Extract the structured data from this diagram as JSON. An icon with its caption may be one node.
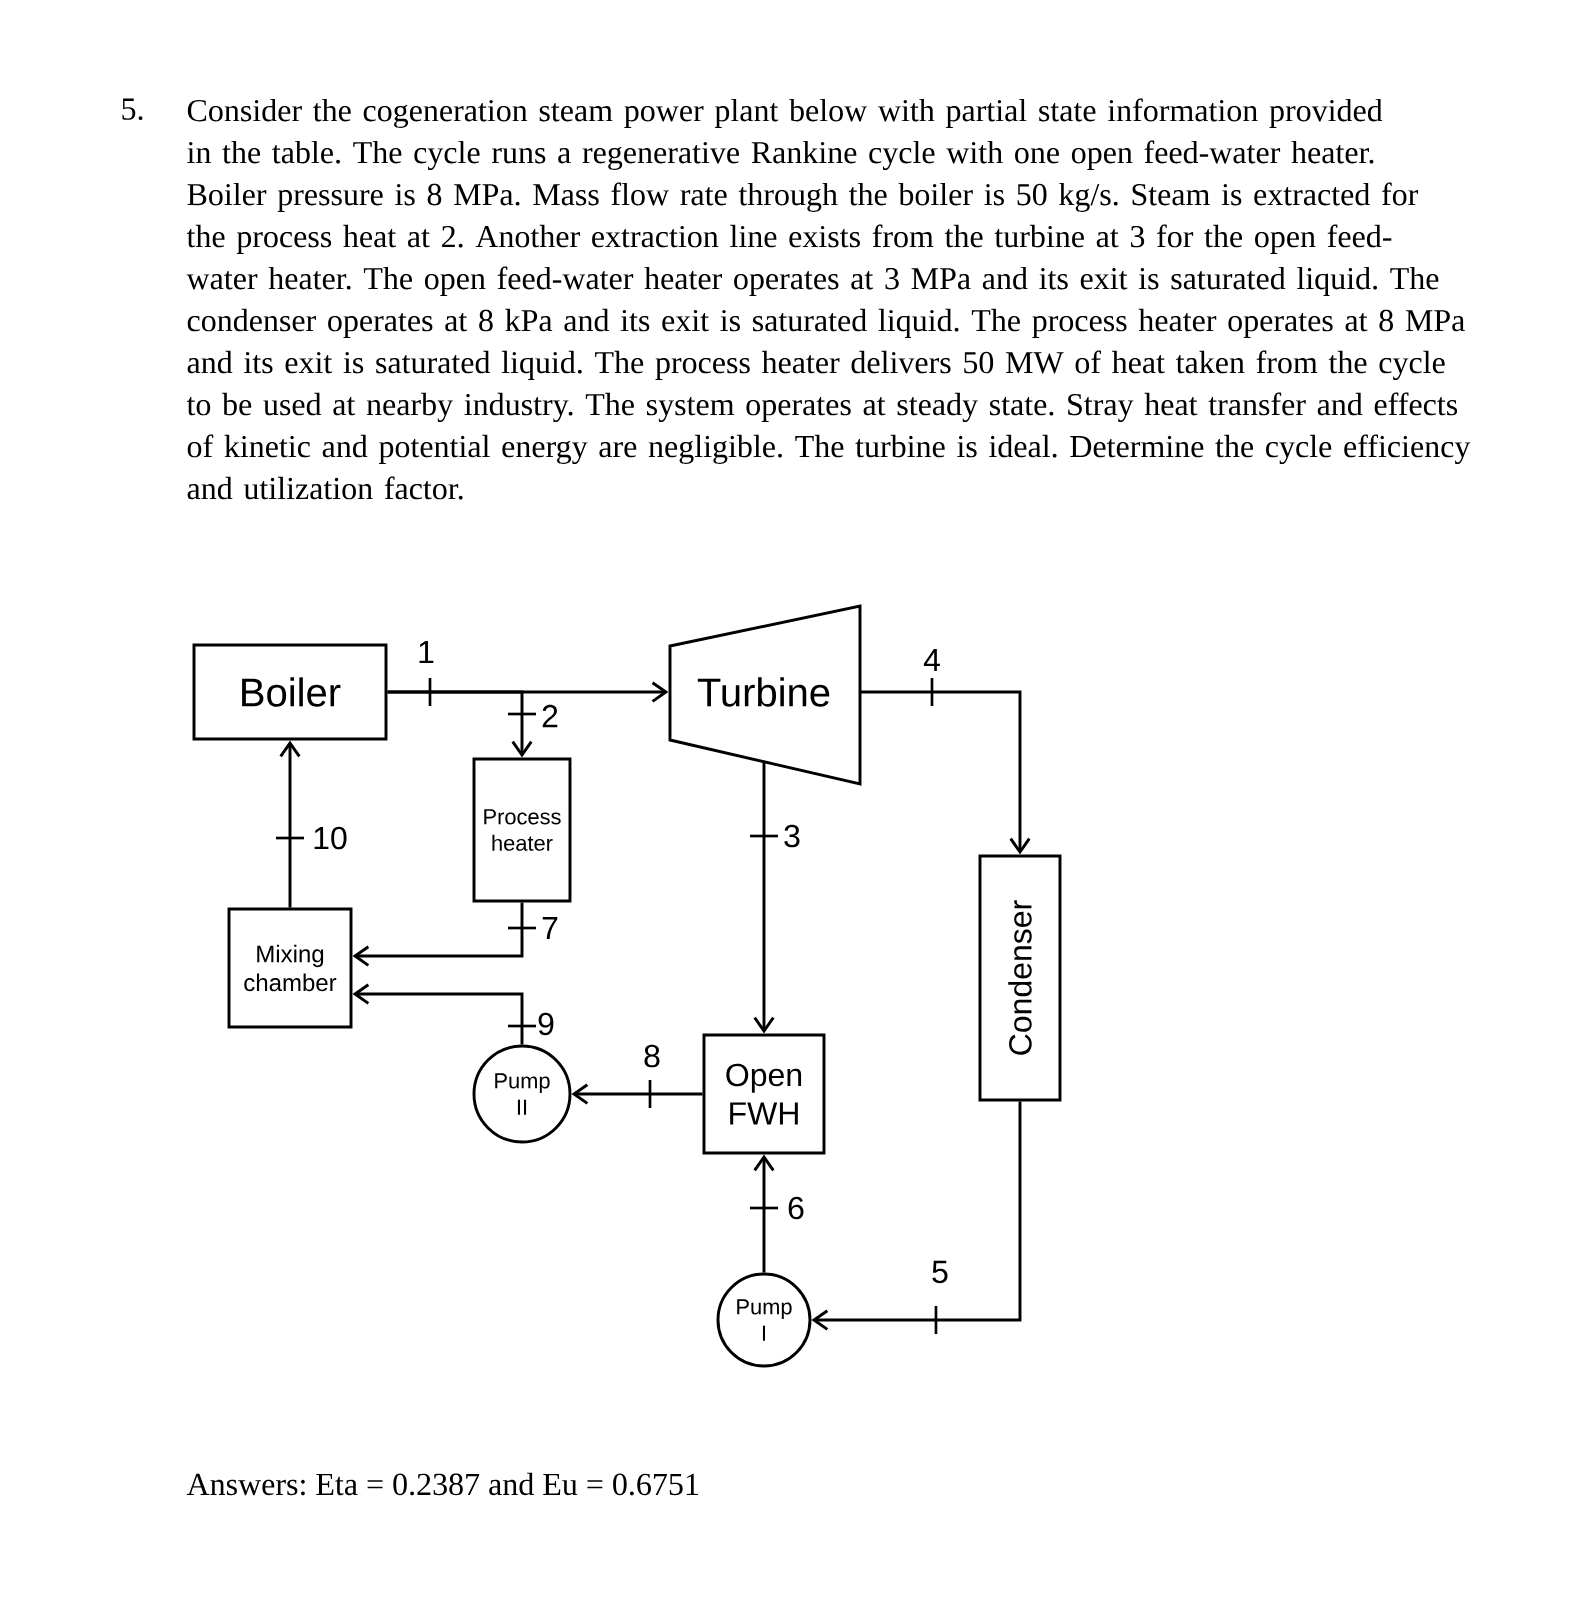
{
  "diagram": {
    "nodes": [
      {
        "text": [
          "Boiler"
        ]
      },
      {
        "text": [
          "Process heater"
        ]
      },
      {
        "text": [
          "Turbine"
        ]
      },
      {
        "text": [
          "Mixing chamber"
        ]
      },
      {
        "text": [
          "Pump II"
        ]
      },
      {
        "text": [
          "Open FWH"
        ]
      },
      {
        "text": [
          "Condenser"
        ]
      },
      {
        "text": [
          "Pump I"
        ]
      }
    ],
    "edges": [
      {
        "from": 0,
        "to": 2,
        "arrow": "to",
        "label": "1"
      },
      {
        "from": 0,
        "to": 1,
        "arrow": "to",
        "label": "2"
      },
      {
        "from": 2,
        "to": 5,
        "arrow": "to",
        "label": "3"
      },
      {
        "from": 2,
        "to": 6,
        "arrow": "to",
        "label": "4"
      },
      {
        "from": 6,
        "to": 7,
        "arrow": "to",
        "label": "5"
      },
      {
        "from": 7,
        "to": 5,
        "arrow": "to",
        "label": "6"
      },
      {
        "from": 1,
        "to": 3,
        "arrow": "to",
        "label": "7"
      },
      {
        "from": 5,
        "to": 4,
        "arrow": "to",
        "label": "8"
      },
      {
        "from": 4,
        "to": 3,
        "arrow": "to",
        "label": "9"
      },
      {
        "from": 3,
        "to": 0,
        "arrow": "to",
        "label": "10"
      }
    ],
    "labels": [
      "5.",
      "Consider the cogeneration steam power plant below with partial state information provided in the table. The cycle runs a regenerative Rankine cycle with one open feed-water heater. Boiler pressure is 8 MPa. Mass flow rate through the boiler is 50 kg/s. Steam is extracted for the process heat at 2. Another extraction line exists from the turbine at 3 for the open feed-water heater. The open feed-water heater operates at 3 MPa and its exit is saturated liquid. The condenser operates at 8 kPa and its exit is saturated liquid. The process heater operates at 8 MPa and its exit is saturated liquid. The process heater delivers 50 MW of heat taken from the cycle to be used at nearby industry. The system operates at steady state. Stray heat transfer and effects of kinetic and potential energy are negligible. The turbine is ideal. Determine the cycle efficiency and utilization factor.",
      "Answers: Eta = 0.2387 and Eu = 0.6751"
    ]
  }
}
